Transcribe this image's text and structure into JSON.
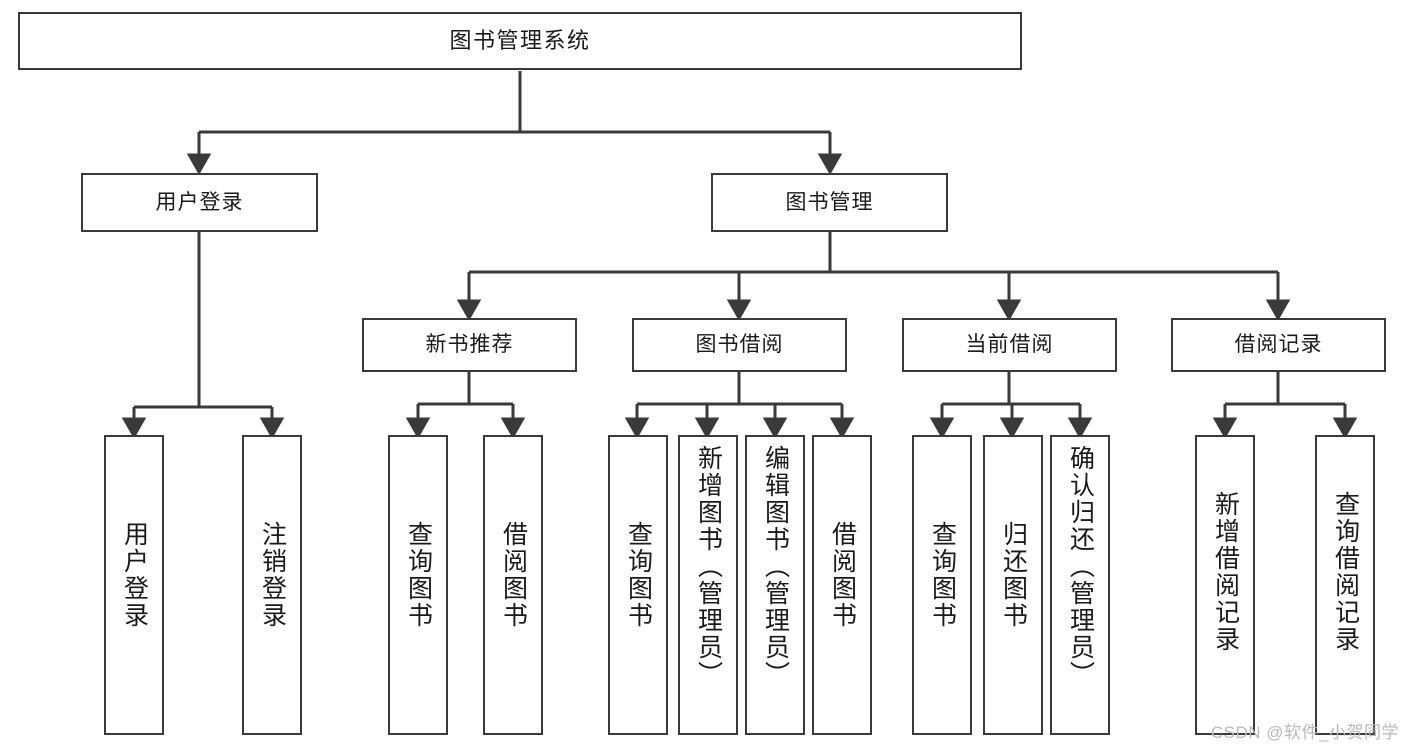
{
  "diagram": {
    "title": "图书管理系统",
    "type": "tree-hierarchy",
    "stroke_color": "#3a3a3a",
    "background_color": "#ffffff",
    "text_color": "#1a1a1a"
  },
  "nodes": {
    "root": {
      "label": "图书管理系统"
    },
    "level1": [
      {
        "label": "用户登录"
      },
      {
        "label": "图书管理"
      }
    ],
    "level2": [
      {
        "label": "新书推荐"
      },
      {
        "label": "图书借阅"
      },
      {
        "label": "当前借阅"
      },
      {
        "label": "借阅记录"
      }
    ],
    "leaves_user_login": [
      {
        "label": "用户登录"
      },
      {
        "label": "注销登录"
      }
    ],
    "leaves_new_book": [
      {
        "label": "查询图书"
      },
      {
        "label": "借阅图书"
      }
    ],
    "leaves_borrow": [
      {
        "label": "查询图书"
      },
      {
        "label": "新增图书（管理员）"
      },
      {
        "label": "编辑图书（管理员）"
      },
      {
        "label": "借阅图书"
      }
    ],
    "leaves_current": [
      {
        "label": "查询图书"
      },
      {
        "label": "归还图书"
      },
      {
        "label": "确认归还（管理员）"
      }
    ],
    "leaves_record": [
      {
        "label": "新增借阅记录"
      },
      {
        "label": "查询借阅记录"
      }
    ]
  },
  "watermark": {
    "text": "CSDN @软件_小贺同学"
  }
}
